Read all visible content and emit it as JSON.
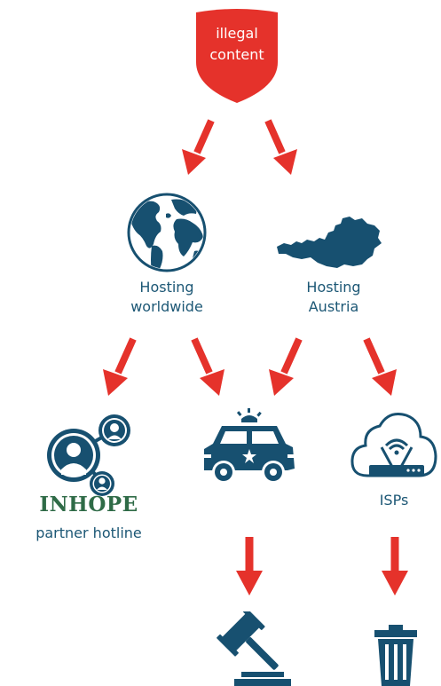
{
  "colors": {
    "red": "#e5322b",
    "navy": "#175070",
    "inhope_green": "#2f6b47",
    "label": "#1c5775"
  },
  "source": {
    "line1": "illegal",
    "line2": "content",
    "icon": "shield-icon"
  },
  "hosting_worldwide": {
    "line1": "Hosting",
    "line2": "worldwide",
    "icon": "globe-icon"
  },
  "hosting_austria": {
    "line1": "Hosting",
    "line2": "Austria",
    "icon": "austria-map-icon"
  },
  "inhope": {
    "brand": "INHOPE",
    "caption": "partner hotline",
    "icon": "network-people-icon"
  },
  "police": {
    "icon": "police-car-icon"
  },
  "isps": {
    "label": "ISPs",
    "icon": "cloud-wifi-router-icon"
  },
  "court": {
    "icon": "gavel-icon"
  },
  "deletion": {
    "icon": "trash-bin-icon"
  }
}
